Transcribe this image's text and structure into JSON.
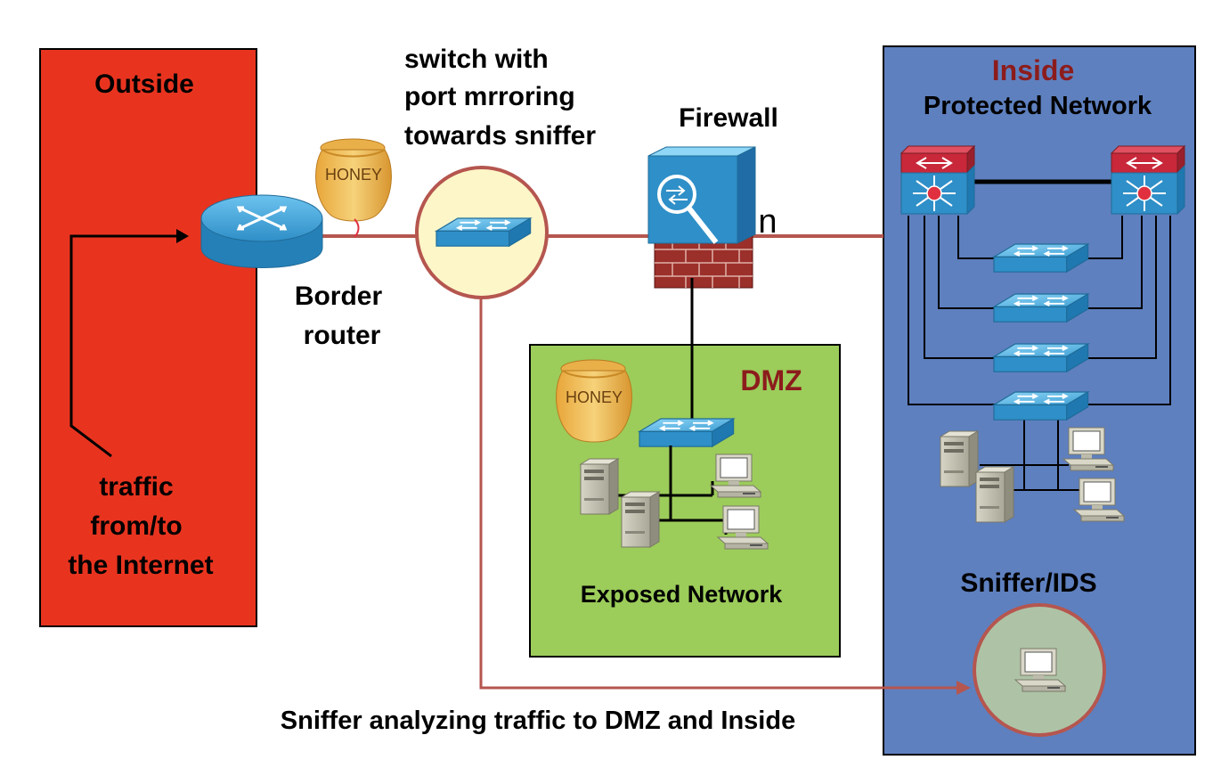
{
  "zones": {
    "outside": {
      "title": "Outside",
      "traffic_lines": [
        "traffic",
        "from/to",
        "the Internet"
      ]
    },
    "dmz": {
      "title": "DMZ",
      "subtitle": "Exposed Network"
    },
    "inside": {
      "title": "Inside",
      "subtitle": "Protected Network",
      "sniffer_label": "Sniffer/IDS"
    }
  },
  "devices": {
    "border_router": {
      "label_lines": [
        "Border",
        "router"
      ]
    },
    "mirror_switch": {
      "label_lines": [
        "switch with",
        "port mrroring",
        "towards sniffer"
      ]
    },
    "firewall": {
      "label": "Firewall",
      "side_mark": "n"
    },
    "honeypot_outer": {
      "label": "HONEY"
    },
    "honeypot_dmz": {
      "label": "HONEY"
    }
  },
  "caption": "Sniffer analyzing traffic to DMZ and Inside",
  "colors": {
    "outside": "#e8341f",
    "dmz": "#9ccc5a",
    "inside": "#5e80bf",
    "link": "#b5564f",
    "title_dark_red": "#8c1c1c",
    "device_blue": "#2f8fc8"
  }
}
